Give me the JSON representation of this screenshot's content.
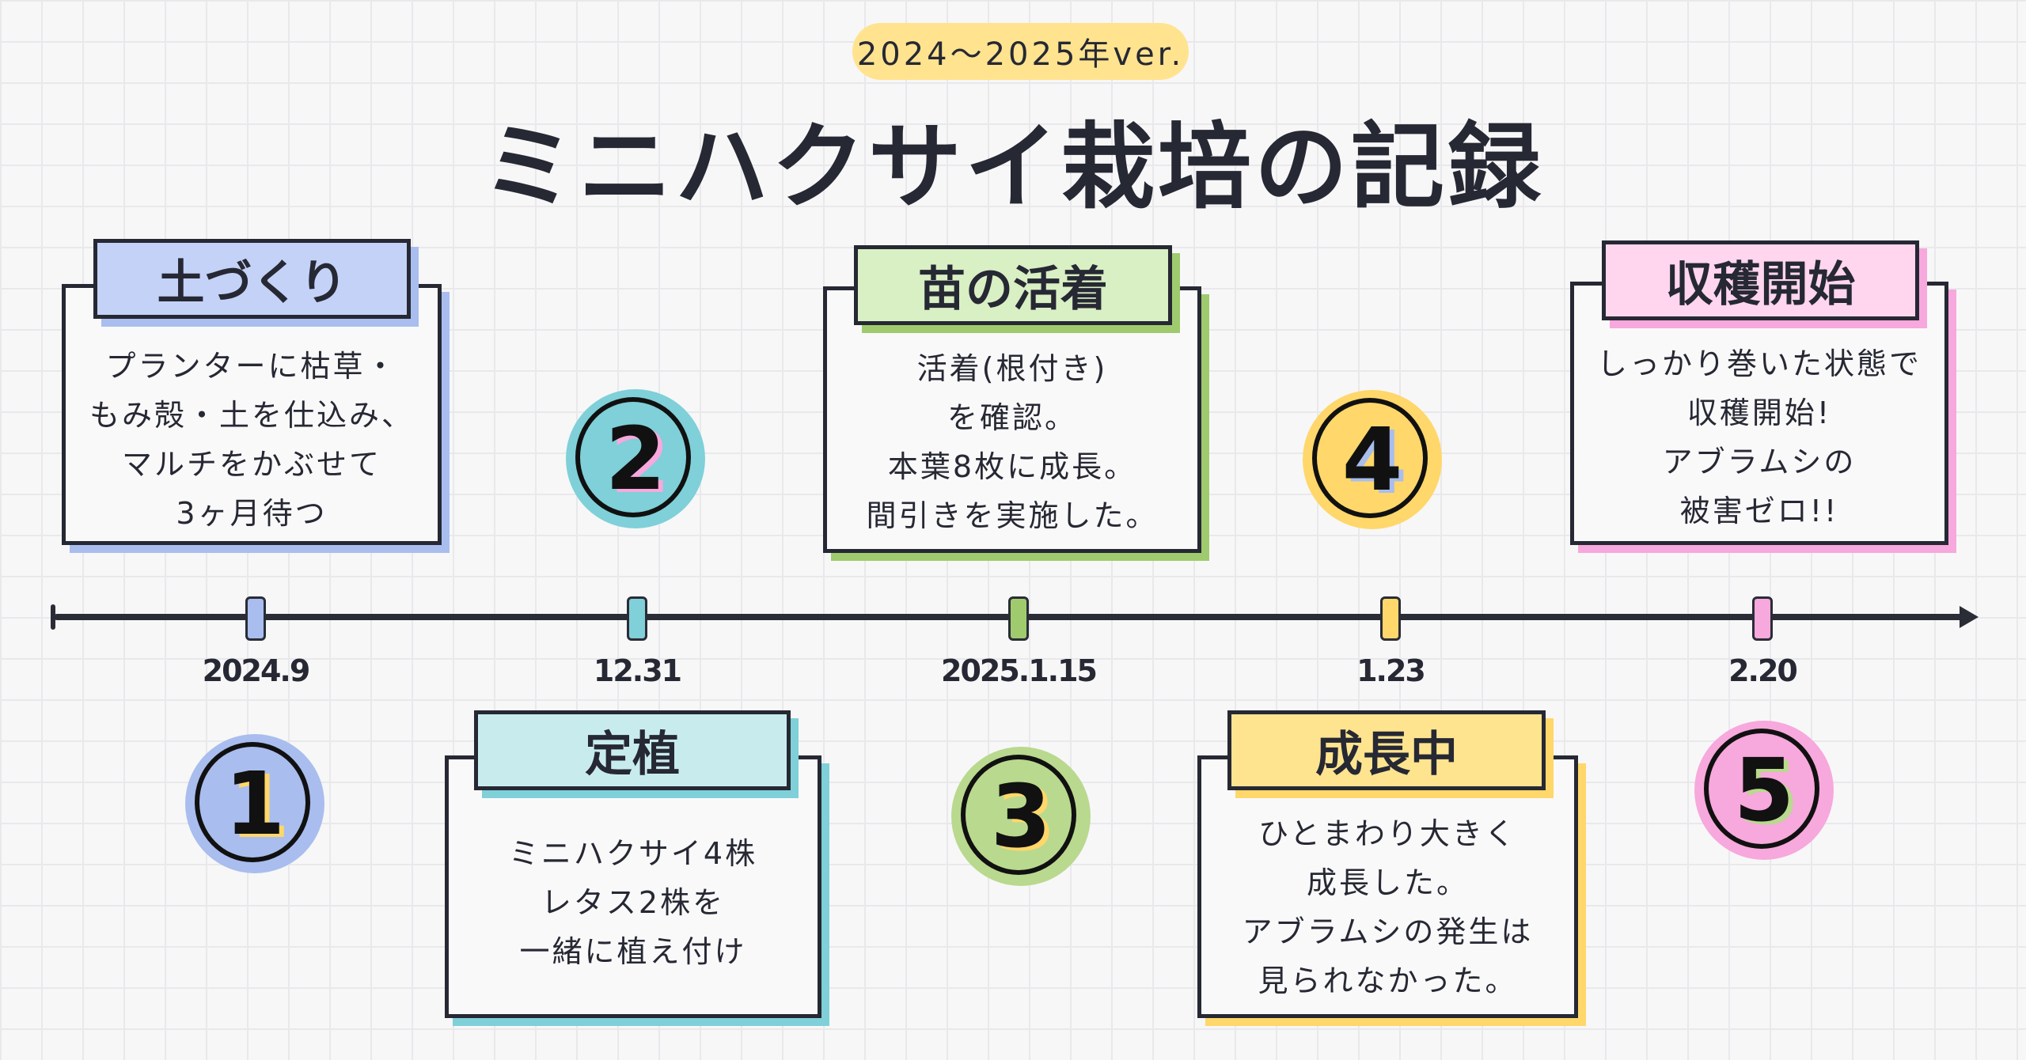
{
  "header": {
    "version_badge": "2024〜2025年ver.",
    "title": "ミニハクサイ栽培の記録"
  },
  "colors": {
    "ink": "#262833",
    "step1": "#a9bdee",
    "step2": "#7fd0d8",
    "step3": "#b9d98e",
    "step4": "#ffd76a",
    "step5": "#f7a8dc"
  },
  "timeline": {
    "dates": [
      "2024.9",
      "12.31",
      "2025.1.15",
      "1.23",
      "2.20"
    ]
  },
  "steps": [
    {
      "number": "1",
      "title": "土づくり",
      "lines": [
        "プランターに枯草・",
        "もみ殻・土を仕込み、",
        "マルチをかぶせて",
        "3ヶ月待つ"
      ]
    },
    {
      "number": "2",
      "title": "定植",
      "lines": [
        "ミニハクサイ4株",
        "レタス2株を",
        "一緒に植え付け"
      ]
    },
    {
      "number": "3",
      "title": "苗の活着",
      "lines": [
        "活着(根付き)",
        "を確認。",
        "本葉8枚に成長。",
        "間引きを実施した。"
      ]
    },
    {
      "number": "4",
      "title": "成長中",
      "lines": [
        "ひとまわり大きく",
        "成長した。",
        "アブラムシの発生は",
        "見られなかった。"
      ]
    },
    {
      "number": "5",
      "title": "収穫開始",
      "lines": [
        "しっかり巻いた状態で",
        "収穫開始!",
        "アブラムシの",
        "被害ゼロ!!"
      ]
    }
  ]
}
